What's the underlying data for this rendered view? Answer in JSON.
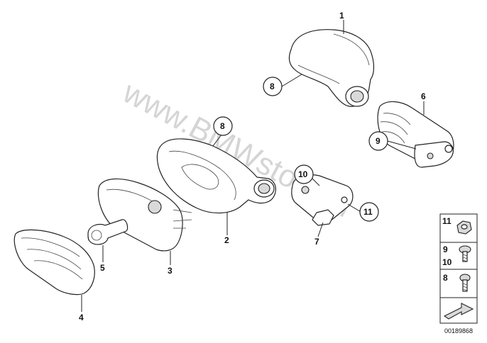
{
  "watermark": "www.BMWstore.pl",
  "callouts": {
    "c1": "1",
    "c2": "2",
    "c3": "3",
    "c4": "4",
    "c5": "5",
    "c6": "6",
    "c7": "7",
    "c8a": "8",
    "c8b": "8",
    "c9": "9",
    "c10": "10",
    "c11": "11"
  },
  "legend": {
    "r1": "11",
    "r2a": "9",
    "r2b": "10",
    "r3": "8"
  },
  "reference": "00189868"
}
